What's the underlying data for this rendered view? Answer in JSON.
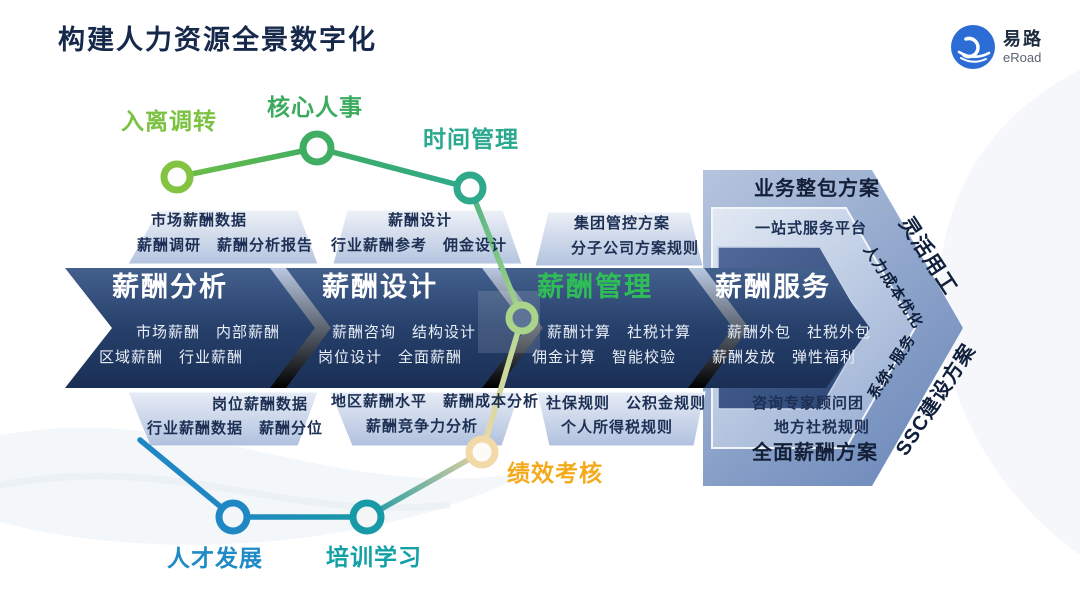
{
  "title": "构建人力资源全景数字化",
  "logo": {
    "name": "易路",
    "sub": "eRoad"
  },
  "colors": {
    "title": "#17294b",
    "chevron_dark": "#1c3158",
    "chevron_light_stripe": "#8ba6cf",
    "green_highlight": "#2fbd57",
    "band_text": "#1d3054"
  },
  "journey": {
    "nodes": [
      {
        "label": "入离调转",
        "color": "#7cc241"
      },
      {
        "label": "核心人事",
        "color": "#3cab5f"
      },
      {
        "label": "时间管理",
        "color": "#2aa98e"
      },
      {
        "label": "绩效考核",
        "color": "#f3ab1b"
      },
      {
        "label": "培训学习",
        "color": "#13a1a5"
      },
      {
        "label": "人才发展",
        "color": "#1f8ac6"
      }
    ]
  },
  "chevrons": [
    {
      "title": "薪酬分析",
      "title_color": "#ffffff",
      "line1": "市场薪酬　内部薪酬",
      "line2": "区域薪酬　行业薪酬"
    },
    {
      "title": "薪酬设计",
      "title_color": "#ffffff",
      "line1": "薪酬咨询　结构设计",
      "line2": "岗位设计　全面薪酬"
    },
    {
      "title": "薪酬管理",
      "title_color": "#2fbd57",
      "line1": "薪酬计算　社税计算",
      "line2": "佣金计算　智能校验"
    },
    {
      "title": "薪酬服务",
      "title_color": "#ffffff",
      "line1": "薪酬外包　社税外包",
      "line2": "薪酬发放　弹性福利"
    }
  ],
  "top_bands": [
    {
      "line1": "市场薪酬数据",
      "line2": "薪酬调研　薪酬分析报告"
    },
    {
      "line1": "薪酬设计",
      "line2": "行业薪酬参考　佣金设计"
    },
    {
      "line1": "集团管控方案",
      "line2": "分子公司方案规则"
    },
    {
      "line1": "一站式服务平台",
      "line2": ""
    }
  ],
  "bottom_bands": [
    {
      "line1": "岗位薪酬数据",
      "line2": "行业薪酬数据　薪酬分位"
    },
    {
      "line1": "地区薪酬水平　薪酬成本分析",
      "line2": "薪酬竞争力分析"
    },
    {
      "line1": "社保规则　公积金规则",
      "line2": "个人所得税规则"
    },
    {
      "line1": "咨询专家顾问团",
      "line2": "地方社税规则"
    }
  ],
  "hexagon": {
    "top": "业务整包方案",
    "bottom": "全面薪酬方案",
    "edge_top": "灵活用工",
    "edge_bottom": "SSC建设方案",
    "inner_edge_top": "人力成本优化",
    "inner_edge_bottom": "系统+服务"
  }
}
